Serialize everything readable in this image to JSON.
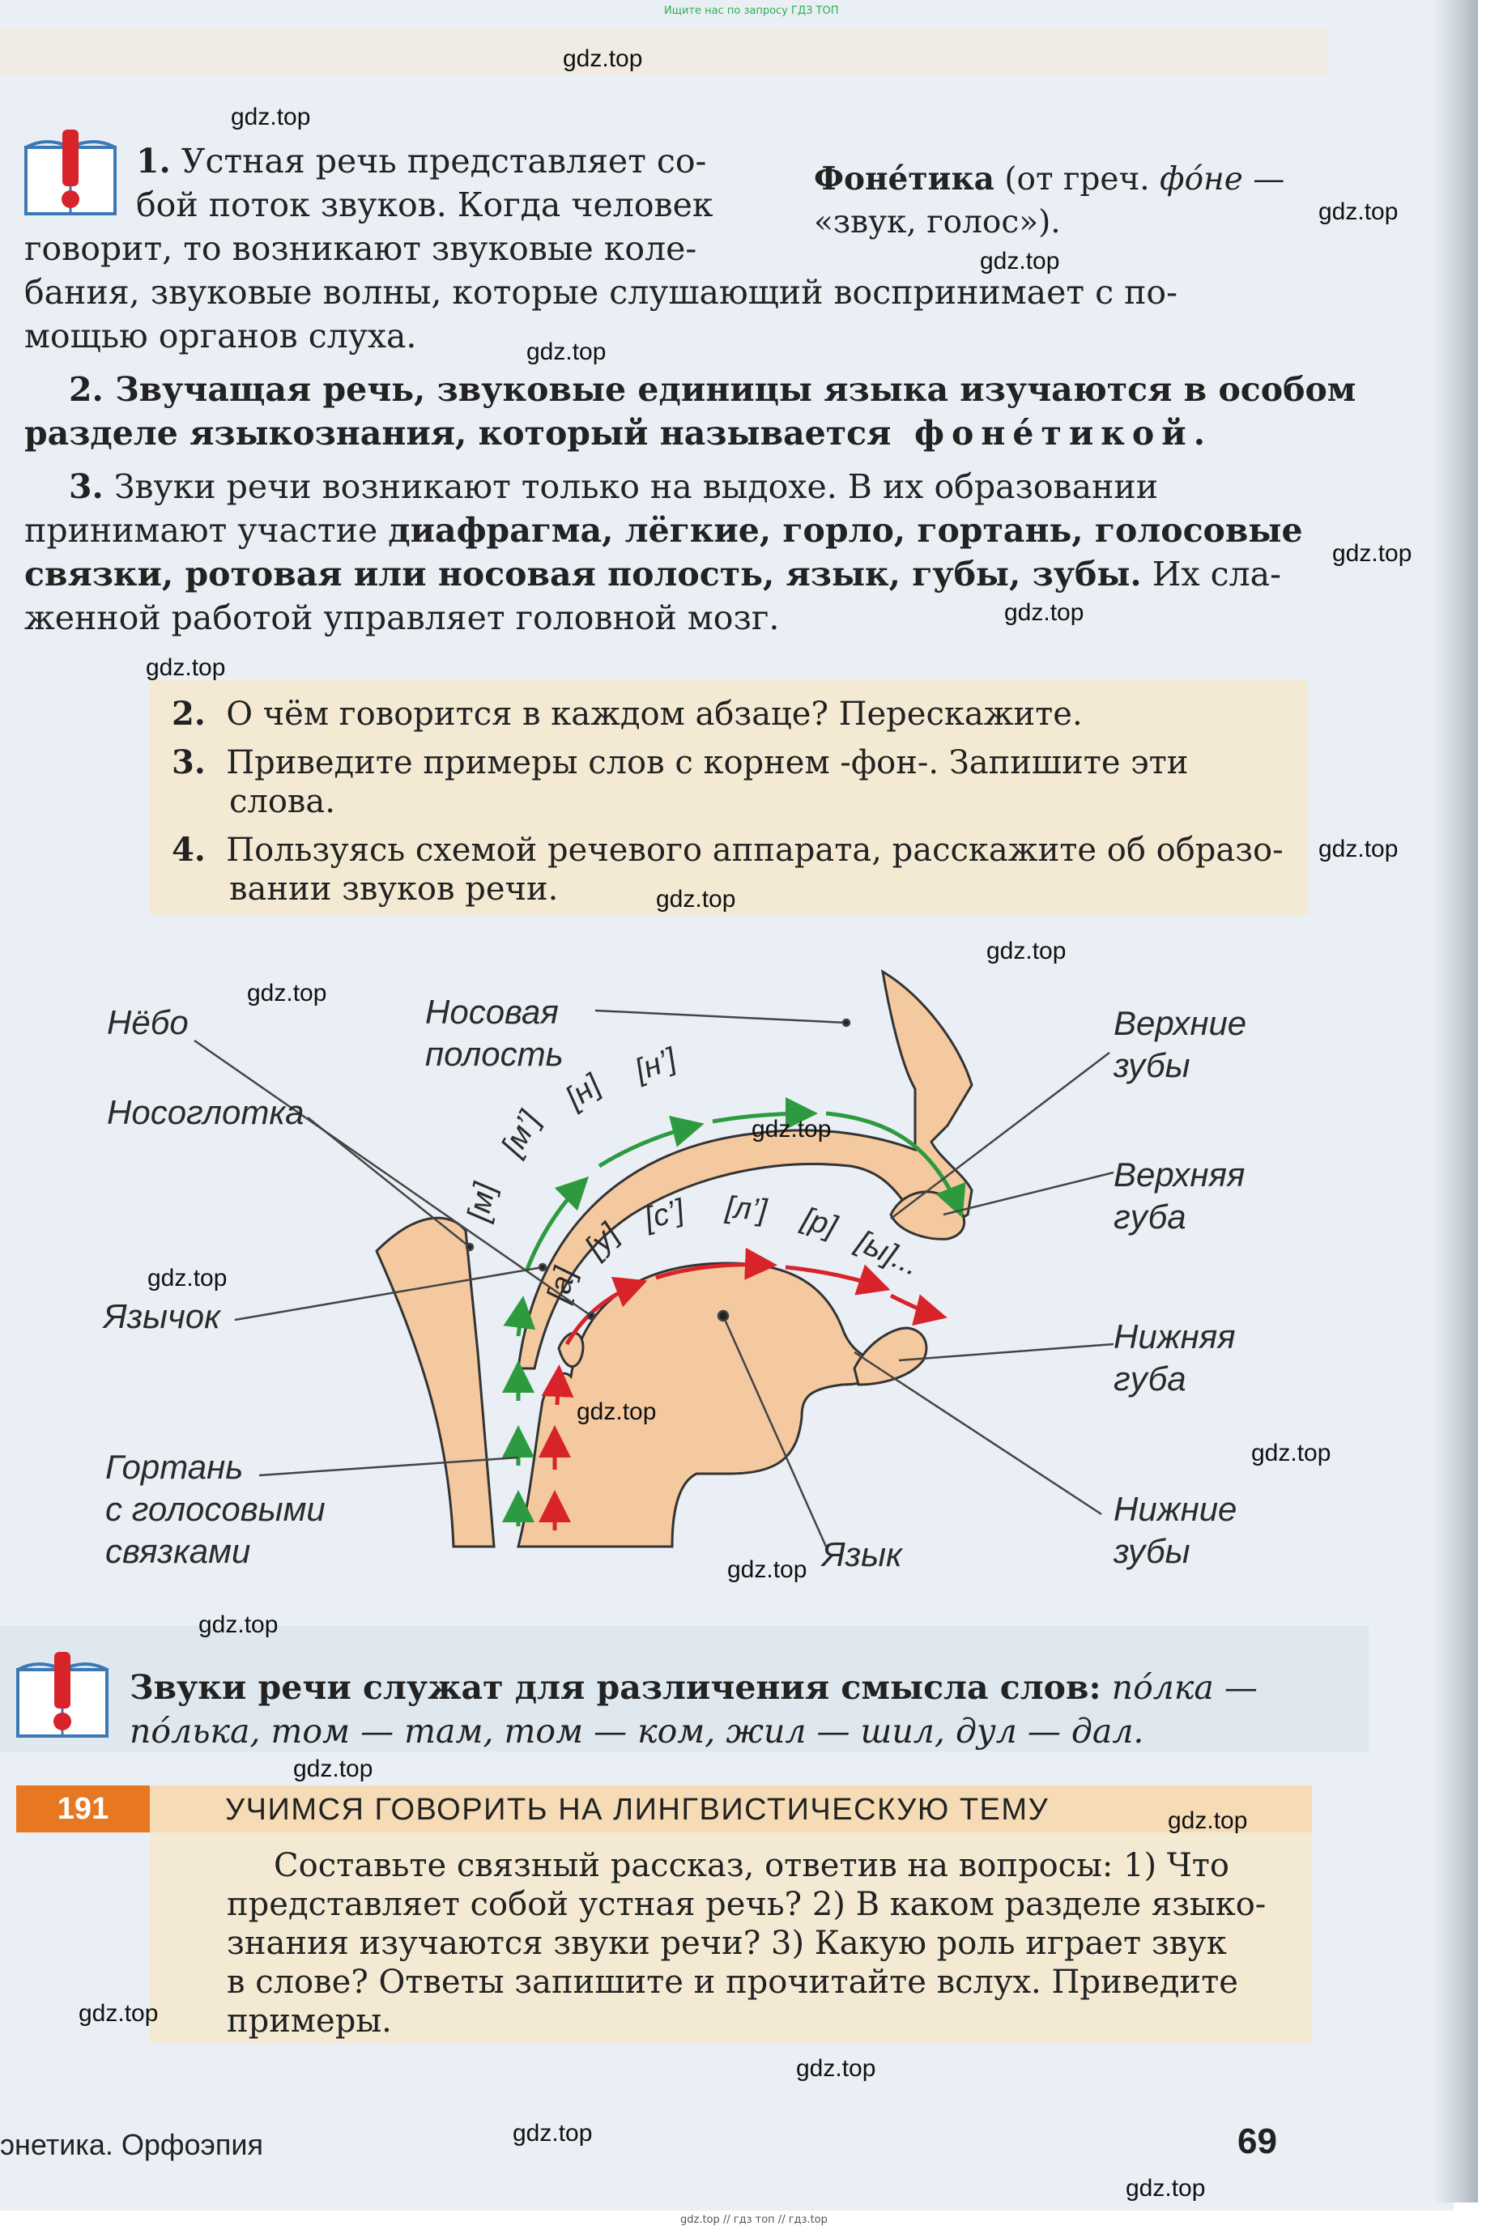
{
  "header_note": "Ищите нас по запросу ГДЗ ТОП",
  "watermark": "gdz.top",
  "paragraphs": {
    "p1_lines": [
      "Устная речь представляет со-",
      "бой поток звуков. Когда человек",
      "говорит, то возникают звуковые коле-",
      "бания, звуковые волны, которые слушающий воспринимает с по-",
      "мощью органов слуха."
    ],
    "p1_num": "1.",
    "p2_num": "2.",
    "p2_line1": "Звучащая речь, звуковые единицы языка изучаются в особом",
    "p2_line2": "разделе языкознания, который называется",
    "p2_term": "фонéтикой",
    "p2_end": ".",
    "p3_num": "3.",
    "p3_l1": "Звуки речи возникают только на выдохе. В их образовании",
    "p3_l2a": "принимают участие",
    "p3_l2b": "диафрагма, лёгкие, горло, гортань, голосовые",
    "p3_l3a": "связки, ротовая или носовая полость, язык, губы, зубы.",
    "p3_l3b": "Их сла-",
    "p3_l4": "женной работой управляет головной мозг."
  },
  "definition": {
    "term": "Фонéтика",
    "open": "(от греч.",
    "greek": "фóне",
    "dash": "—",
    "meaning": "«звук, голос»)."
  },
  "questions": [
    {
      "num": "2.",
      "lines": [
        "О чём говорится в каждом абзаце? Перескажите."
      ]
    },
    {
      "num": "3.",
      "lines": [
        "Приведите примеры слов с корнем -фон-. Запишите эти",
        "слова."
      ]
    },
    {
      "num": "4.",
      "lines": [
        "Пользуясь схемой речевого аппарата, расскажите об образо-",
        "вании звуков речи."
      ]
    }
  ],
  "diagram": {
    "labels": {
      "nebo": "Нёбо",
      "nasal1": "Носовая",
      "nasal2": "полость",
      "nasopharynx": "Носоглотка",
      "uvula": "Язычок",
      "larynx1": "Гортань",
      "larynx2": "с голосовыми",
      "larynx3": "связками",
      "upper_teeth1": "Верхние",
      "upper_teeth2": "зубы",
      "upper_lip1": "Верхняя",
      "upper_lip2": "губа",
      "lower_lip1": "Нижняя",
      "lower_lip2": "губа",
      "lower_teeth1": "Нижние",
      "lower_teeth2": "зубы",
      "tongue": "Язык"
    },
    "nasal_sounds": [
      "[м]",
      "[м’]",
      "[н]",
      "[н’]"
    ],
    "oral_sounds": [
      "[а]",
      "[у]",
      "[с’]",
      "[л’]",
      "[р]",
      "[ы]..."
    ],
    "colors": {
      "nasal_arrow": "#2e9a3f",
      "oral_arrow": "#d8232a",
      "tissue": "#f4c9a0"
    }
  },
  "rule": {
    "line1_bold": "Звуки речи служат для различения смысла слов:",
    "line1_italic": "пóлка —",
    "line2_italic": "пóлька, том — там, том — ком, жил — шил, дул — дал."
  },
  "exercise": {
    "number": "191",
    "title": "УЧИМСЯ ГОВОРИТЬ НА ЛИНГВИСТИЧЕСКУЮ ТЕМУ",
    "lines": [
      "Составьте связный рассказ, ответив на вопросы: 1) Что",
      "представляет собой устная речь? 2) В каком разделе языко-",
      "знания изучаются звуки речи? 3) Какую роль играет звук",
      "в слове? Ответы запишите и прочитайте вслух. Приведите",
      "примеры."
    ]
  },
  "footer": {
    "section": "ɔнетика. Орфоэпия",
    "page": "69"
  },
  "bottom_note": "gdz.top // гдз топ // гдз.top"
}
